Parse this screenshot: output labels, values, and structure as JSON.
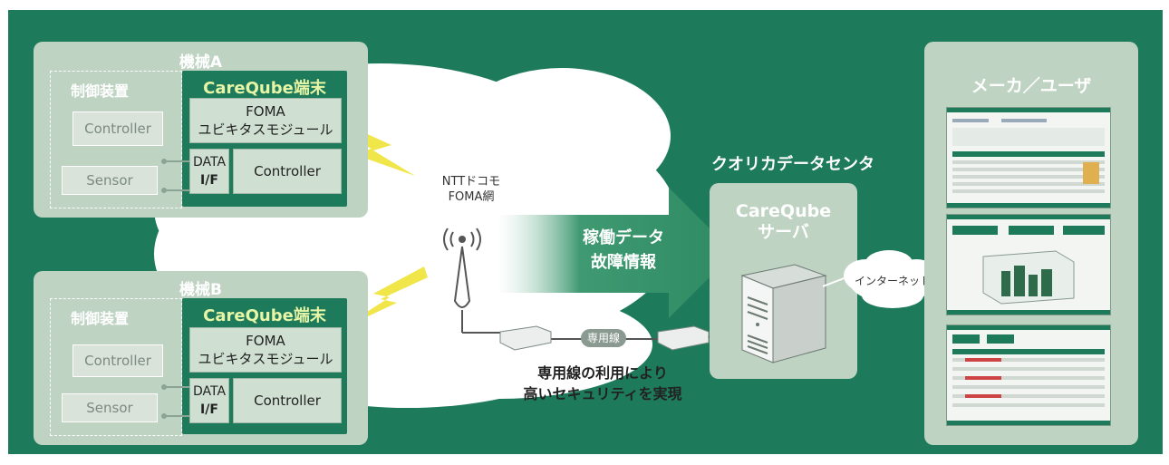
{
  "machines": [
    {
      "title": "機械A",
      "control_unit_label": "制御装置",
      "controller_label": "Controller",
      "sensor_label": "Sensor",
      "terminal_title": "CareQube端末",
      "foma_module_line1": "FOMA",
      "foma_module_line2": "ユビキタスモジュール",
      "data_if_line1": "DATA",
      "data_if_line2": "I/F",
      "terminal_controller_label": "Controller"
    },
    {
      "title": "機械B",
      "control_unit_label": "制御装置",
      "controller_label": "Controller",
      "sensor_label": "Sensor",
      "terminal_title": "CareQube端末",
      "foma_module_line1": "FOMA",
      "foma_module_line2": "ユビキタスモジュール",
      "data_if_line1": "DATA",
      "data_if_line2": "I/F",
      "terminal_controller_label": "Controller"
    }
  ],
  "network": {
    "ntt_line1": "NTTドコモ",
    "ntt_line2": "FOMA網",
    "data_arrow_line1": "稼働データ",
    "data_arrow_line2": "故障情報",
    "leased_line_label": "専用線",
    "security_line1": "専用線の利用により",
    "security_line2": "高いセキュリティを実現",
    "internet_label": "インターネット"
  },
  "datacenter": {
    "title": "クオリカデータセンタ",
    "server_line1": "CareQube",
    "server_line2": "サーバ"
  },
  "maker": {
    "title": "メーカ／ユーザ"
  },
  "colors": {
    "background": "#1d7a5a",
    "panel": "#bfd3c3",
    "terminal_title": "#e7f5a6",
    "lightning": "#f0e64a"
  }
}
